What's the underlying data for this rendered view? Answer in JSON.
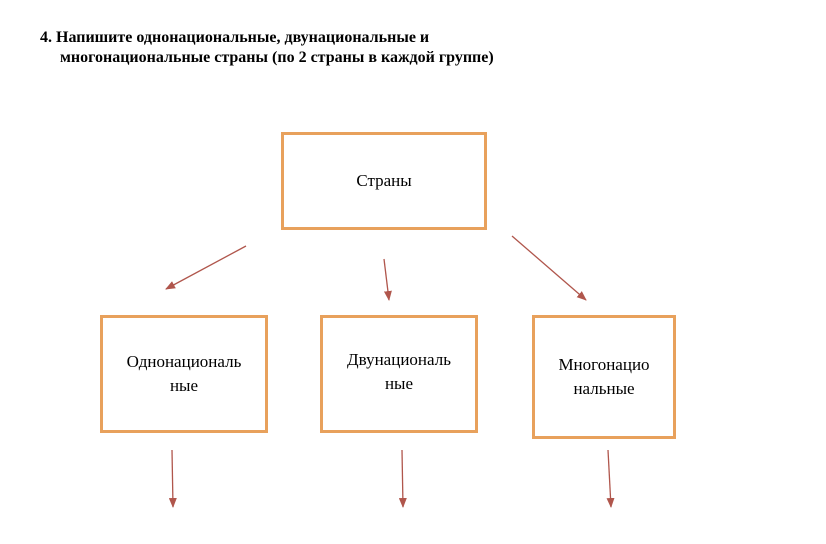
{
  "task": {
    "heading_line1": "4. Напишите однонациональные, двунациональные и",
    "heading_line2": "многонациональные страны (по 2 страны в каждой группе)"
  },
  "diagram": {
    "root": {
      "label": "Страны"
    },
    "children": [
      {
        "line1": "Однонациональ",
        "line2": "ные"
      },
      {
        "line1": "Двунациональ",
        "line2": "ные"
      },
      {
        "line1": "Многонацио",
        "line2": "нальные"
      }
    ],
    "colors": {
      "box_border": "#e8a15c",
      "arrow": "#b0564c"
    }
  }
}
